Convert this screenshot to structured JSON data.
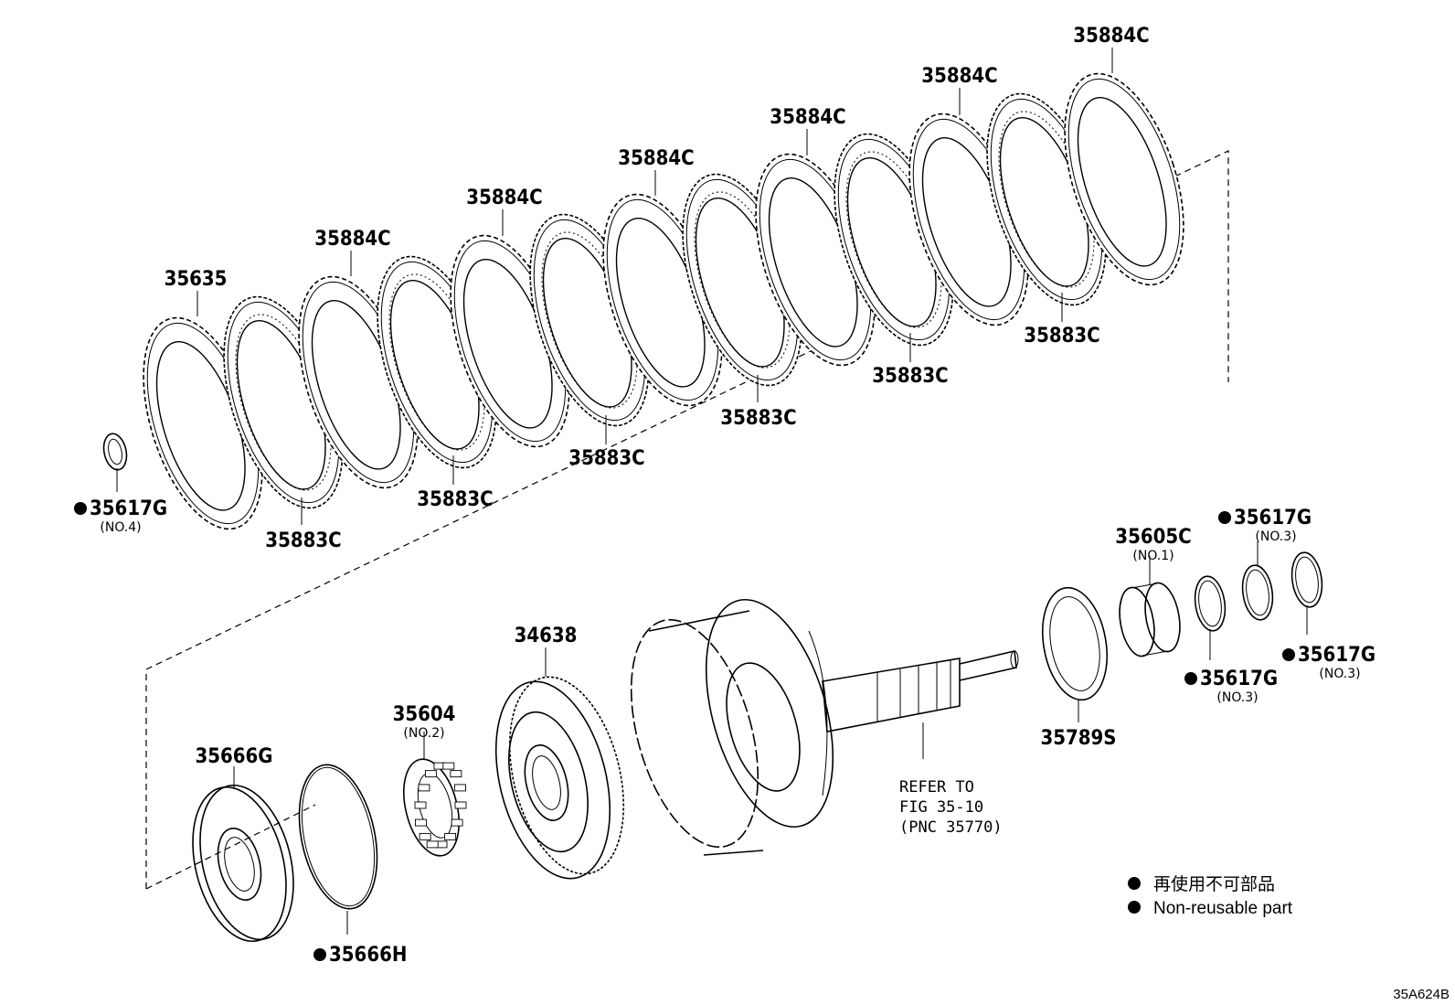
{
  "diagram": {
    "code": "35A624B",
    "legend": {
      "japanese": "再使用不可部品",
      "english": "Non-reusable part"
    },
    "reference_note": [
      "REFER TO",
      "FIG 35-10",
      "(PNC 35770)"
    ]
  },
  "parts": [
    {
      "id": "p1",
      "number": "35884C",
      "sub": "",
      "non_reusable": false
    },
    {
      "id": "p2",
      "number": "35884C",
      "sub": "",
      "non_reusable": false
    },
    {
      "id": "p3",
      "number": "35884C",
      "sub": "",
      "non_reusable": false
    },
    {
      "id": "p4",
      "number": "35884C",
      "sub": "",
      "non_reusable": false
    },
    {
      "id": "p5",
      "number": "35884C",
      "sub": "",
      "non_reusable": false
    },
    {
      "id": "p6",
      "number": "35884C",
      "sub": "",
      "non_reusable": false
    },
    {
      "id": "p7",
      "number": "35635",
      "sub": "",
      "non_reusable": false
    },
    {
      "id": "p8",
      "number": "35883C",
      "sub": "",
      "non_reusable": false
    },
    {
      "id": "p9",
      "number": "35883C",
      "sub": "",
      "non_reusable": false
    },
    {
      "id": "p10",
      "number": "35883C",
      "sub": "",
      "non_reusable": false
    },
    {
      "id": "p11",
      "number": "35883C",
      "sub": "",
      "non_reusable": false
    },
    {
      "id": "p12",
      "number": "35883C",
      "sub": "",
      "non_reusable": false
    },
    {
      "id": "p13",
      "number": "35883C",
      "sub": "",
      "non_reusable": false
    },
    {
      "id": "p14",
      "number": "35617G",
      "sub": "(NO.4)",
      "non_reusable": true
    },
    {
      "id": "p15",
      "number": "35617G",
      "sub": "(NO.3)",
      "non_reusable": true
    },
    {
      "id": "p16",
      "number": "35605C",
      "sub": "(NO.1)",
      "non_reusable": false
    },
    {
      "id": "p17",
      "number": "35617G",
      "sub": "(NO.3)",
      "non_reusable": true
    },
    {
      "id": "p18",
      "number": "35617G",
      "sub": "(NO.3)",
      "non_reusable": true
    },
    {
      "id": "p19",
      "number": "34638",
      "sub": "",
      "non_reusable": false
    },
    {
      "id": "p20",
      "number": "35604",
      "sub": "(NO.2)",
      "non_reusable": false
    },
    {
      "id": "p21",
      "number": "35666G",
      "sub": "",
      "non_reusable": false
    },
    {
      "id": "p22",
      "number": "35666H",
      "sub": "",
      "non_reusable": true
    },
    {
      "id": "p23",
      "number": "35789S",
      "sub": "",
      "non_reusable": false
    }
  ]
}
